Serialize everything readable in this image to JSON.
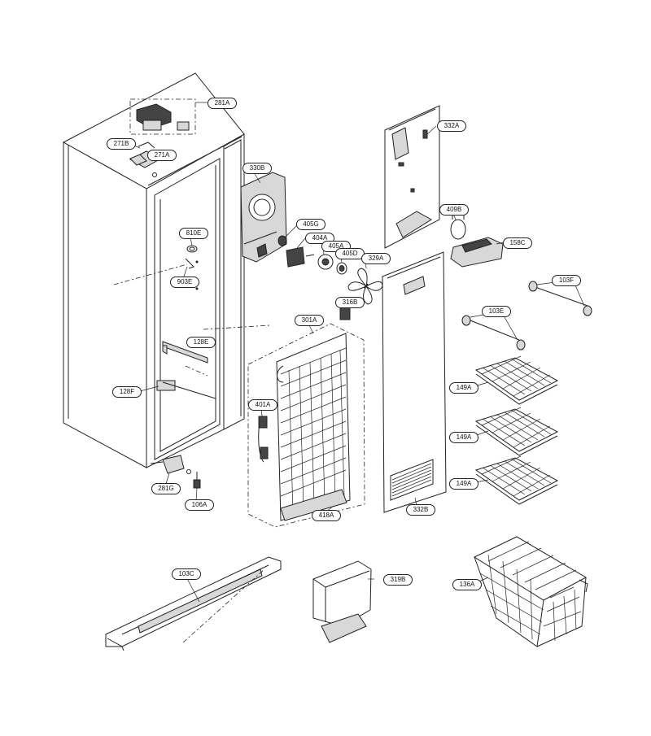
{
  "labels": {
    "p281A": "281A",
    "p271B": "271B",
    "p271A": "271A",
    "p330B": "330B",
    "p332A": "332A",
    "p405G": "405G",
    "p404A": "404A",
    "p405A": "405A",
    "p405D": "405D",
    "p329A": "329A",
    "p409B": "409B",
    "p158C": "158C",
    "p810E": "810E",
    "p903E": "903E",
    "p316B": "316B",
    "p301A": "301A",
    "p103F": "103F",
    "p103E": "103E",
    "p128E": "128E",
    "p128F": "128F",
    "p401A": "401A",
    "p149A_1": "149A",
    "p149A_2": "149A",
    "p149A_3": "149A",
    "p281G": "281G",
    "p106A": "106A",
    "p418A": "418A",
    "p332B": "332B",
    "p103C": "103C",
    "p319B": "319B",
    "p136A": "136A"
  }
}
